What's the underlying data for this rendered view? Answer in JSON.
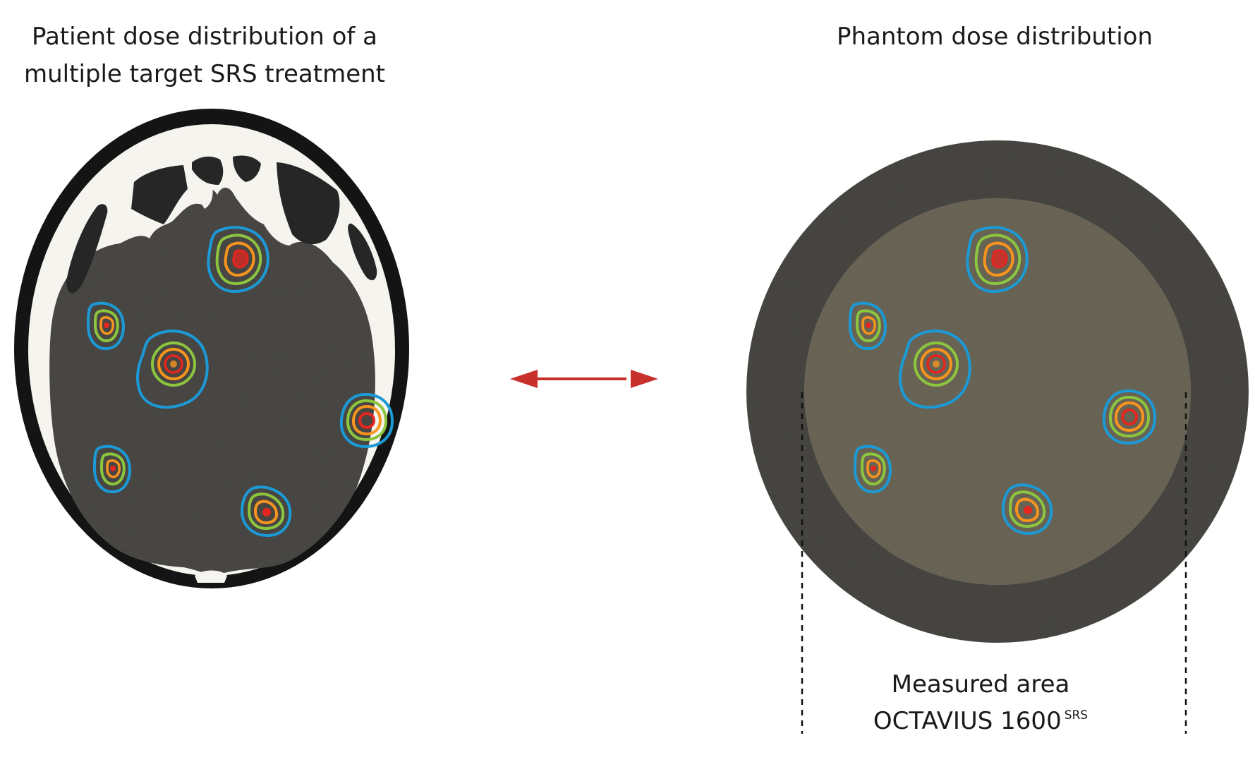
{
  "left_title": {
    "line1": "Patient dose distribution of a",
    "line2": "multiple target SRS treatment"
  },
  "right_title": "Phantom dose distribution",
  "caption": {
    "line1": "Measured area",
    "product": "OCTAVIUS 1600",
    "superscript": "SRS"
  },
  "colors": {
    "tissue": "#4d4b48",
    "phantom_outer": "#4b4945",
    "phantom_inner": "#6f6a5a",
    "skull_outer": "#141414",
    "bone": "#f6f4ee",
    "sinus": "#262626",
    "isodose_blue": "#1b9ad6",
    "isodose_green": "#8cc63f",
    "isodose_orange": "#f7941d",
    "isodose_red": "#e3261f",
    "arrow": "#c8302b"
  },
  "lesion_count": 6
}
